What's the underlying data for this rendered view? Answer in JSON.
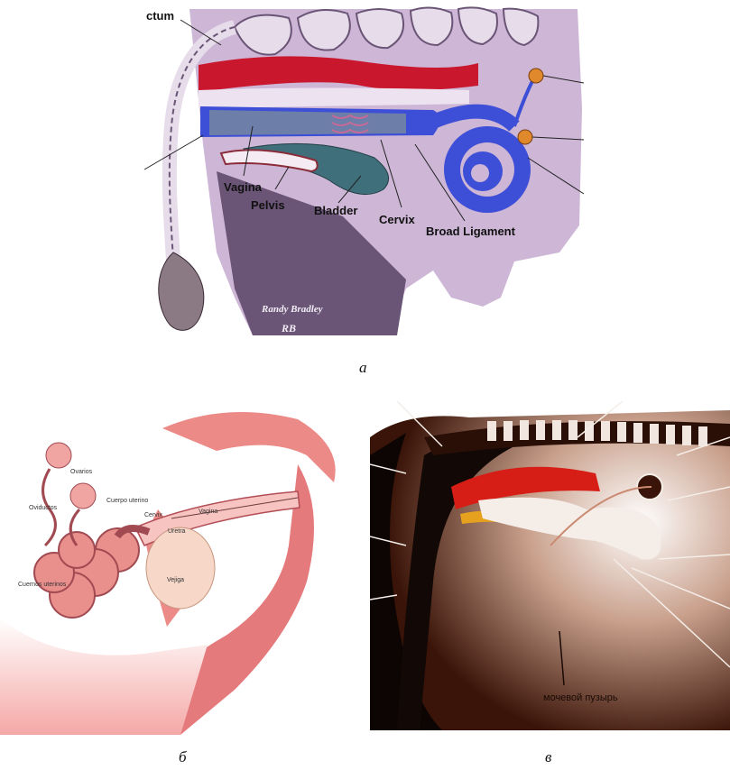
{
  "panel_a": {
    "labels": {
      "rectum": "ctum",
      "vagina": "Vagina",
      "pelvis": "Pelvis",
      "bladder": "Bladder",
      "cervix": "Cervix",
      "broad_ligament": "Broad Ligament"
    },
    "signature": "Randy Bradley",
    "monogram": "RB",
    "caption": "a"
  },
  "panel_b": {
    "labels": {
      "ovarios": "Ovarios",
      "oviductos": "Oviductos",
      "cuerpo_uterino": "Cuerpo uterino",
      "cervix": "Cervix",
      "vagina": "Vagina",
      "uretra": "Uretra",
      "vejiga": "Vejiga",
      "cuernos_uterinos": "Cuernos uterinos"
    },
    "caption": "б"
  },
  "panel_c": {
    "labels": {
      "bladder": "мочевой пузырь"
    },
    "caption": "в"
  },
  "colors": {
    "cow_body": "#cdb6d6",
    "cow_dark": "#6b5577",
    "rectum": "#c9182e",
    "uterus_blue": "#3d4fd6",
    "vagina_gray": "#6d7fa8",
    "bladder_teal": "#3f6f7a",
    "pink_tissue": "#e57a7d",
    "dark_brown": "#3a1408"
  }
}
